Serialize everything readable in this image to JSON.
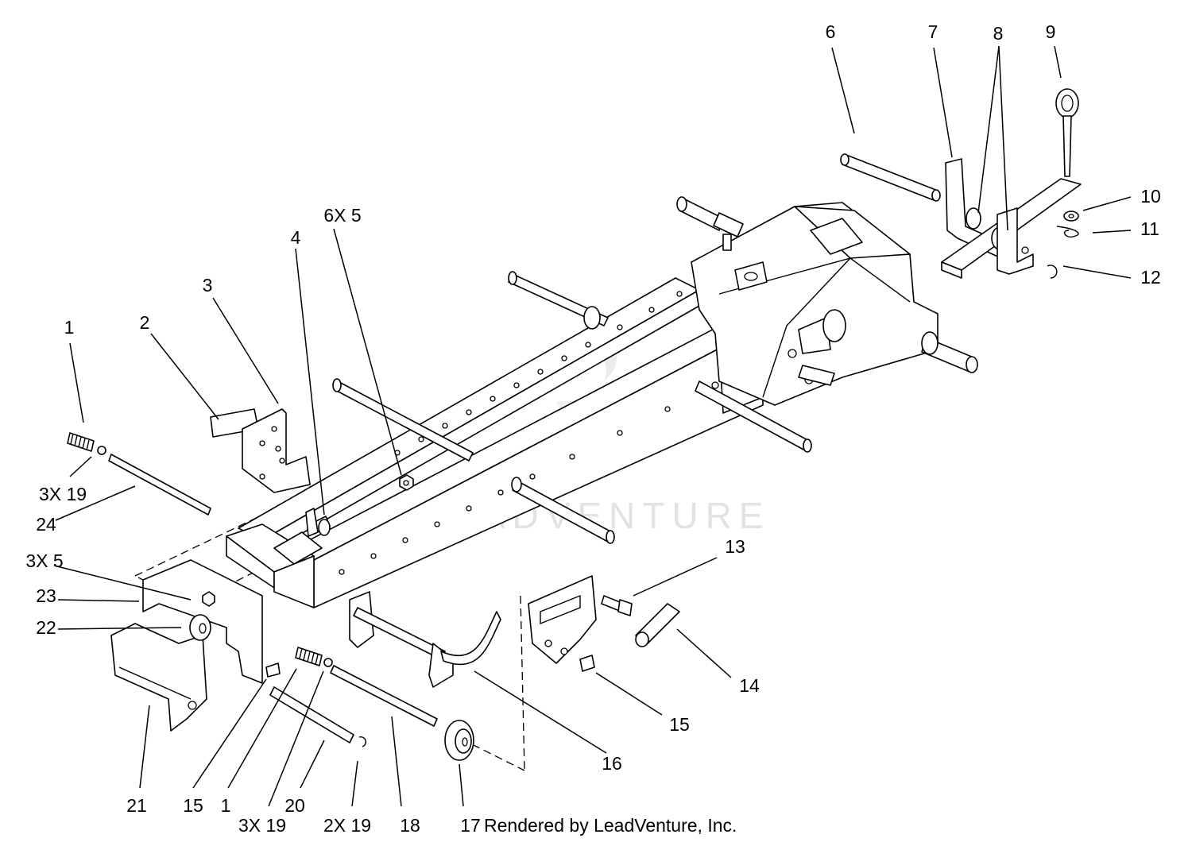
{
  "callouts": [
    {
      "id": "c1a",
      "text": "1"
    },
    {
      "id": "c2",
      "text": "2"
    },
    {
      "id": "c3",
      "text": "3"
    },
    {
      "id": "c4",
      "text": "4"
    },
    {
      "id": "c6x5",
      "text": "6X 5"
    },
    {
      "id": "c6",
      "text": "6"
    },
    {
      "id": "c7",
      "text": "7"
    },
    {
      "id": "c8",
      "text": "8"
    },
    {
      "id": "c9",
      "text": "9"
    },
    {
      "id": "c10",
      "text": "10"
    },
    {
      "id": "c11",
      "text": "11"
    },
    {
      "id": "c12",
      "text": "12"
    },
    {
      "id": "c3x19a",
      "text": "3X 19"
    },
    {
      "id": "c24",
      "text": "24"
    },
    {
      "id": "c3x5",
      "text": "3X 5"
    },
    {
      "id": "c23",
      "text": "23"
    },
    {
      "id": "c22",
      "text": "22"
    },
    {
      "id": "c13",
      "text": "13"
    },
    {
      "id": "c14",
      "text": "14"
    },
    {
      "id": "c15a",
      "text": "15"
    },
    {
      "id": "c16",
      "text": "16"
    },
    {
      "id": "c21",
      "text": "21"
    },
    {
      "id": "c15b",
      "text": "15"
    },
    {
      "id": "c1b",
      "text": "1"
    },
    {
      "id": "c20",
      "text": "20"
    },
    {
      "id": "c3x19b",
      "text": "3X 19"
    },
    {
      "id": "c2x19",
      "text": "2X 19"
    },
    {
      "id": "c18",
      "text": "18"
    },
    {
      "id": "c17",
      "text": "17"
    }
  ],
  "watermark": "LEADVENTURE",
  "credit": "Rendered by LeadVenture, Inc."
}
